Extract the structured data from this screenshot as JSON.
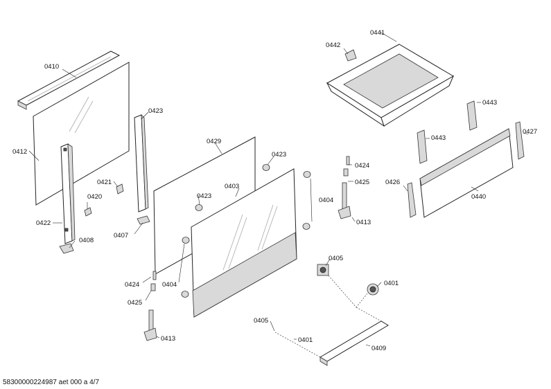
{
  "labels": {
    "l0410": "0410",
    "l0412": "0412",
    "l0422": "0422",
    "l0408": "0408",
    "l0420": "0420",
    "l0421": "0421",
    "l0423a": "0423",
    "l0407": "0407",
    "l0429": "0429",
    "l0423b": "0423",
    "l0403": "0403",
    "l0423c": "0423",
    "l0424a": "0424",
    "l0425a": "0425",
    "l0404a": "0404",
    "l0413a": "0413",
    "l0424b": "0424",
    "l0404b": "0404",
    "l0425b": "0425",
    "l0413b": "0413",
    "l0441": "0441",
    "l0442": "0442",
    "l0443a": "0443",
    "l0443b": "0443",
    "l0427": "0427",
    "l0426": "0426",
    "l0440": "0440",
    "l0405a": "0405",
    "l0401a": "0401",
    "l0405b": "0405",
    "l0401b": "0401",
    "l0409": "0409"
  },
  "footer": "58300000224987 aet 000 a 4/7"
}
